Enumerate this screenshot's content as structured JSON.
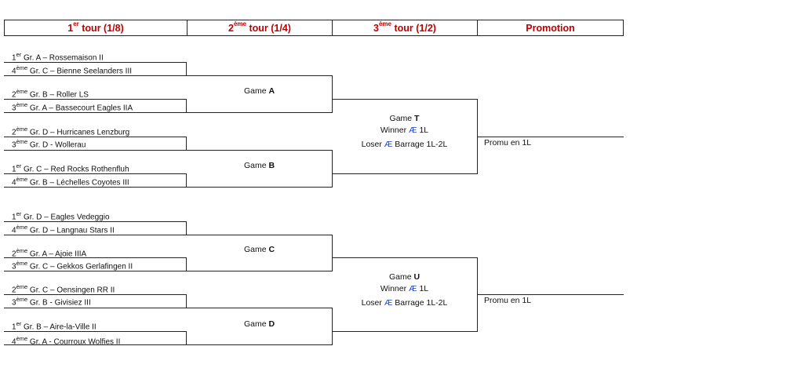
{
  "headers": [
    {
      "base": "1",
      "sup": "er",
      "rest": " tour (1/8)"
    },
    {
      "base": "2",
      "sup": "ème",
      "rest": " tour (1/4)"
    },
    {
      "base": "3",
      "sup": "ème",
      "rest": " tour (1/2)"
    },
    {
      "base": "Promotion",
      "sup": "",
      "rest": ""
    }
  ],
  "teams": [
    {
      "rank": "1",
      "sup": "er",
      "rest": " Gr. A – Rossemaison II"
    },
    {
      "rank": "4",
      "sup": "ème",
      "rest": " Gr. C – Bienne Seelanders III"
    },
    {
      "rank": "2",
      "sup": "ème",
      "rest": "  Gr. B – Roller LS"
    },
    {
      "rank": "3",
      "sup": "ème",
      "rest": " Gr. A – Bassecourt Eagles IIA"
    },
    {
      "rank": "2",
      "sup": "ème",
      "rest": "  Gr. D – Hurricanes Lenzburg"
    },
    {
      "rank": "3",
      "sup": "ème",
      "rest": " Gr. D - Wollerau"
    },
    {
      "rank": "1",
      "sup": "er",
      "rest": " Gr. C – Red Rocks Rothenfluh"
    },
    {
      "rank": "4",
      "sup": "ème",
      "rest": " Gr. B – Léchelles Coyotes III"
    },
    {
      "rank": "1",
      "sup": "er",
      "rest": " Gr. D – Eagles Vedeggio"
    },
    {
      "rank": "4",
      "sup": "ème",
      "rest": " Gr. D – Langnau Stars II"
    },
    {
      "rank": "2",
      "sup": "ème",
      "rest": "  Gr. A – Ajoie IIIA"
    },
    {
      "rank": "3",
      "sup": "ème",
      "rest": " Gr. C – Gekkos Gerlafingen II"
    },
    {
      "rank": "2",
      "sup": "ème",
      "rest": "  Gr. C – Oensingen RR II"
    },
    {
      "rank": "3",
      "sup": "ème",
      "rest": " Gr. B - Givisiez III"
    },
    {
      "rank": "1",
      "sup": "er",
      "rest": " Gr. B – Aire-la-Ville II"
    },
    {
      "rank": "4",
      "sup": "ème",
      "rest": " Gr. A - Courroux Wolfies II"
    }
  ],
  "quarter_games": [
    {
      "prefix": "Game ",
      "letter": "A"
    },
    {
      "prefix": "Game ",
      "letter": "B"
    },
    {
      "prefix": "Game  ",
      "letter": "C"
    },
    {
      "prefix": "Game  ",
      "letter": "D"
    }
  ],
  "semi_games": [
    {
      "prefix": "Game  ",
      "letter": "T",
      "winner_word": "Winner ",
      "ae": "Æ",
      "winner_target": "  1L",
      "loser_word": "Loser ",
      "loser_target": "  Barrage 1L-2L"
    },
    {
      "prefix": "Game  ",
      "letter": "U",
      "winner_word": "Winner ",
      "ae": "Æ",
      "winner_target": "  1L",
      "loser_word": "Loser ",
      "loser_target": "  Barrage 1L-2L"
    }
  ],
  "promotions": [
    "Promu en 1L",
    "Promu en 1L"
  ],
  "colors": {
    "header_text": "#c00000",
    "arrow_glyph": "#1c3fc8",
    "lines": "#222222"
  }
}
